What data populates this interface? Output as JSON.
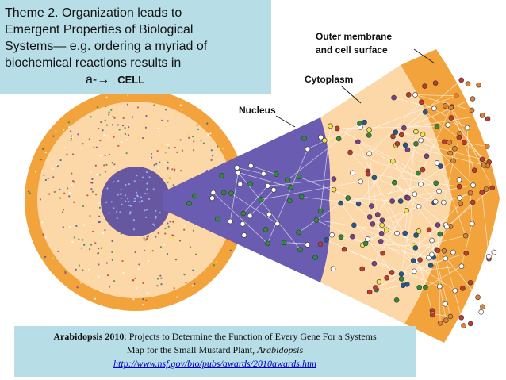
{
  "title_box": {
    "lines": [
      "Theme 2. Organization leads to",
      "Emergent Properties of Biological",
      "Systems— e.g. ordering a myriad of",
      "biochemical reactions results in"
    ],
    "arrow_prefix": "a-",
    "arrow_glyph": "→",
    "cell_word": "CELL"
  },
  "labels": {
    "outer_membrane_line1": "Outer membrane",
    "outer_membrane_line2": "and cell surface",
    "cytoplasm": "Cytoplasm",
    "nucleus": "Nucleus"
  },
  "caption": {
    "bold_part": "Arabidopsis 2010",
    "text_part1": ": Projects to Determine the Function of Every Gene For a Systems",
    "text_part2": "Map for the Small Mustard Plant, ",
    "italic_part": "Arabidopsis",
    "link": "http://www.nsf.gov/bio/pubs/awards/2010awards.htm"
  },
  "colors": {
    "membrane": "#f2a33b",
    "cytoplasm": "#fcd7a8",
    "nucleus": "#6a5cb0",
    "nucleus_dark": "#5a4ca0",
    "node_green": "#2e8b3d",
    "node_blue": "#1f5a96",
    "node_red": "#c0392b",
    "node_purple": "#7b3e8e",
    "node_yellow": "#f3e24a",
    "node_white": "#ffffff",
    "caption_bg": "#b7dde6",
    "link": "#0000cc"
  }
}
